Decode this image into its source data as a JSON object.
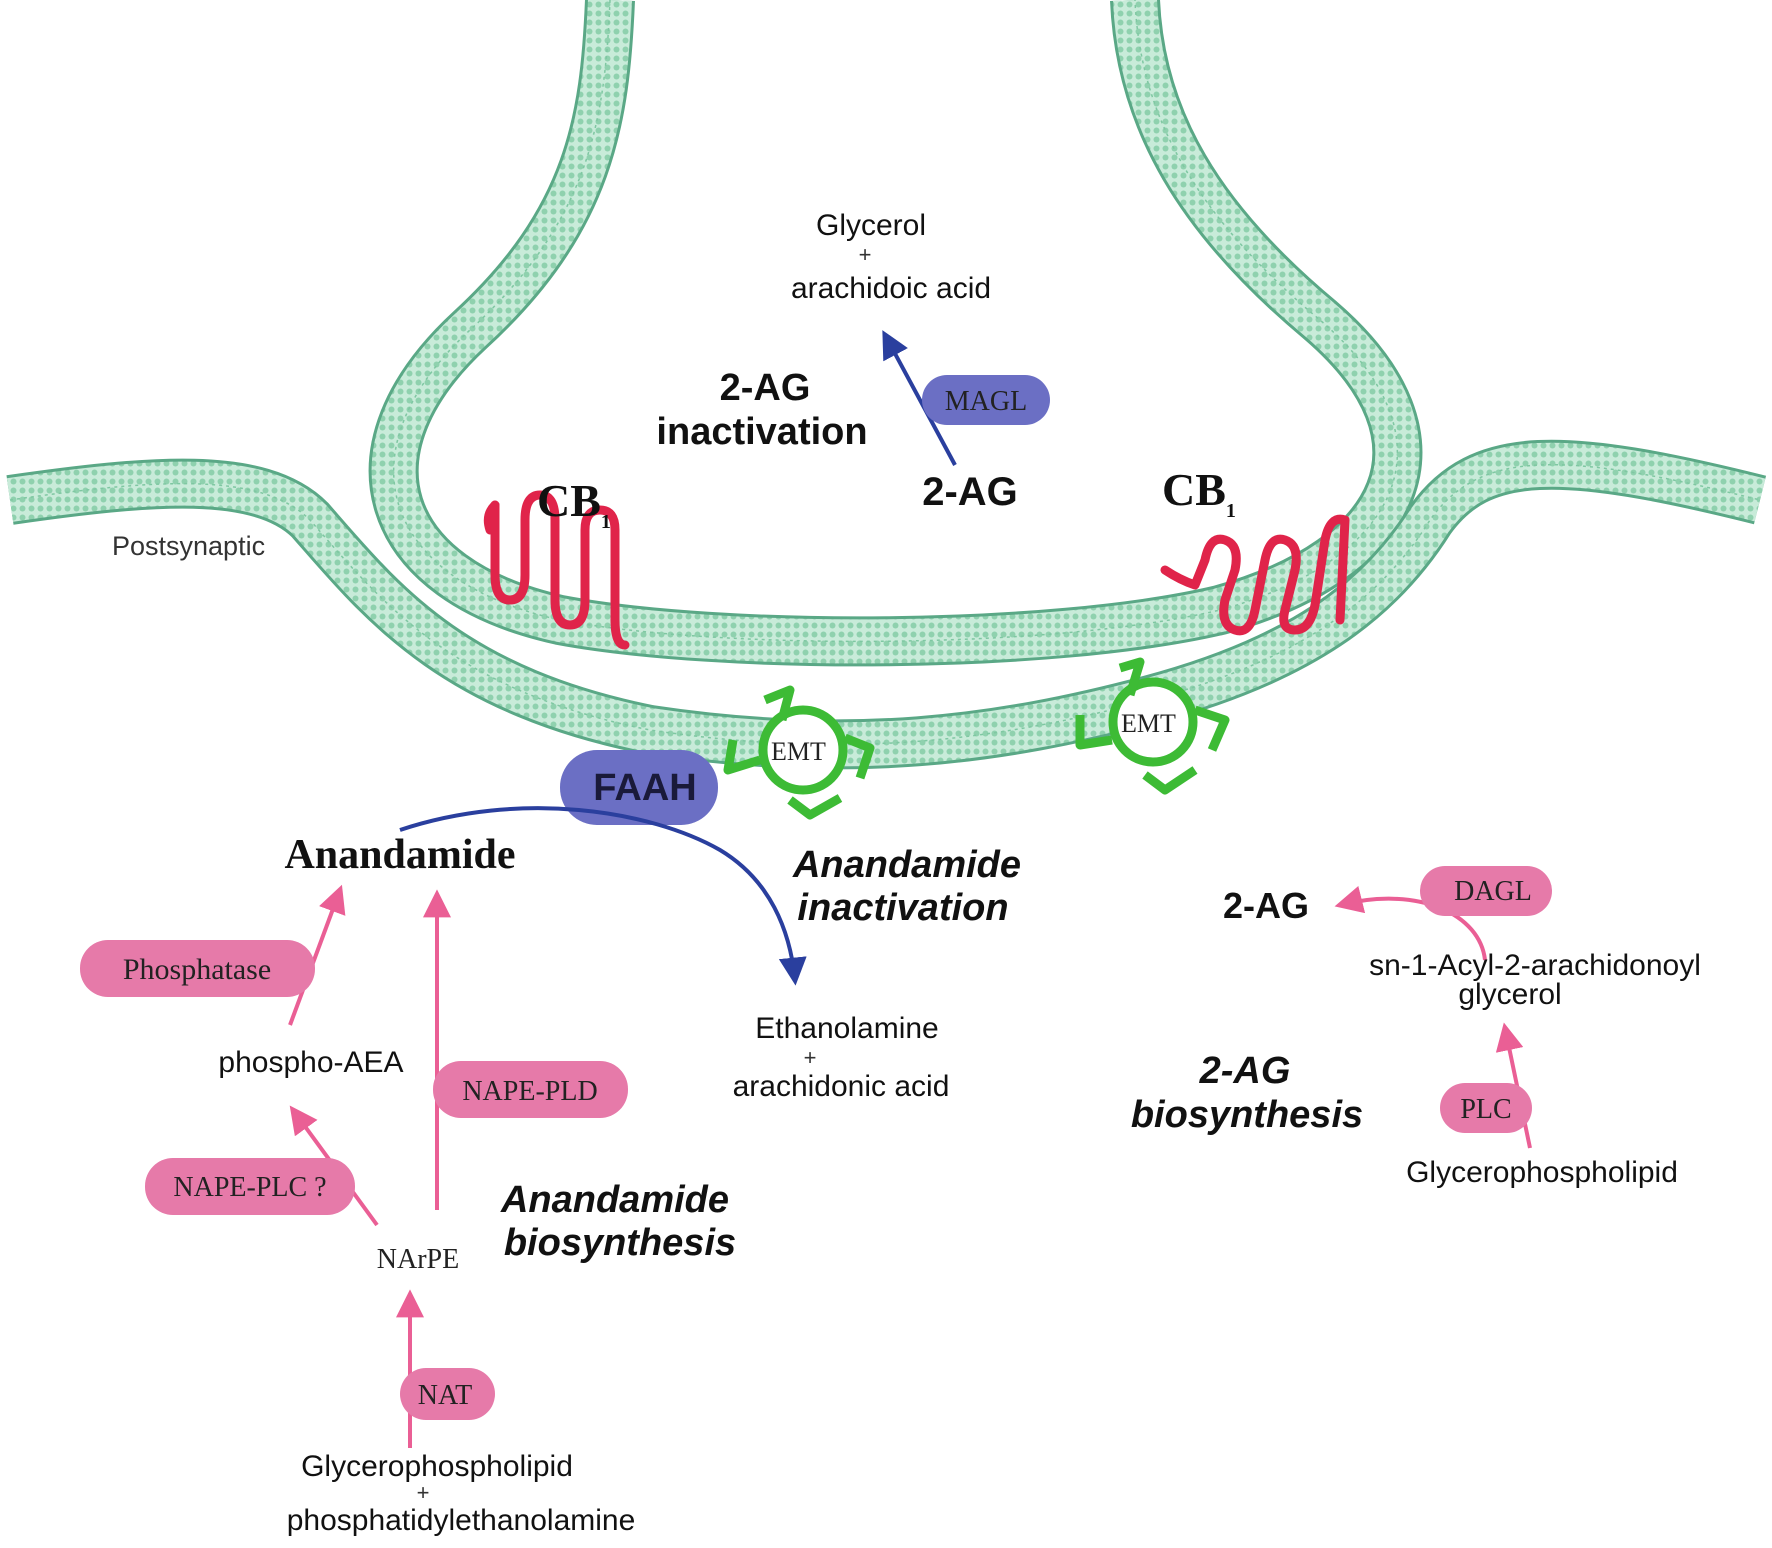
{
  "labels": {
    "postsynaptic": "Postsynaptic",
    "cb1_left": "CB",
    "cb1_left_sub": "1",
    "cb1_right": "CB",
    "cb1_right_sub": "1",
    "glycerol": "Glycerol",
    "plus_top": "+",
    "arachidoic": "arachidoic acid",
    "ag_inact_1": "2-AG",
    "ag_inact_2": "inactivation",
    "magl": "MAGL",
    "ag_top": "2-AG",
    "emt_left": "EMT",
    "emt_right": "EMT",
    "faah": "FAAH",
    "anandamide": "Anandamide",
    "ana_inact_1": "Anandamide",
    "ana_inact_2": "inactivation",
    "ethanolamine": "Ethanolamine",
    "plus_mid": "+",
    "arachidonic": "arachidonic acid",
    "phosphatase": "Phosphatase",
    "phospho_aea": "phospho-AEA",
    "nape_pld": "NAPE-PLD",
    "nape_plc": "NAPE-PLC ?",
    "narpe": "NArPE",
    "ana_bio_1": "Anandamide",
    "ana_bio_2": "biosynthesis",
    "nat": "NAT",
    "gp_bottom": "Glycerophospholipid",
    "plus_bottom": "+",
    "pe": "phosphatidylethanolamine",
    "ag_right": "2-AG",
    "dagl": "DAGL",
    "sn1_1": "sn-1-Acyl-2-arachidonoyl",
    "sn1_2": "glycerol",
    "ag_bio_1": "2-AG",
    "ag_bio_2": "biosynthesis",
    "plc": "PLC",
    "gp_right": "Glycerophospholipid"
  },
  "colors": {
    "membrane_fill": "#b9e3cf",
    "membrane_dots": "#7fc7a2",
    "membrane_edge": "#5aa886",
    "receptor": "#e0244a",
    "emt": "#3dbb35",
    "enzyme_blue": "#6b6fc4",
    "enzyme_pink": "#e67aa9",
    "arrow_blue": "#2a3f9e",
    "arrow_pink": "#ea5f95"
  }
}
